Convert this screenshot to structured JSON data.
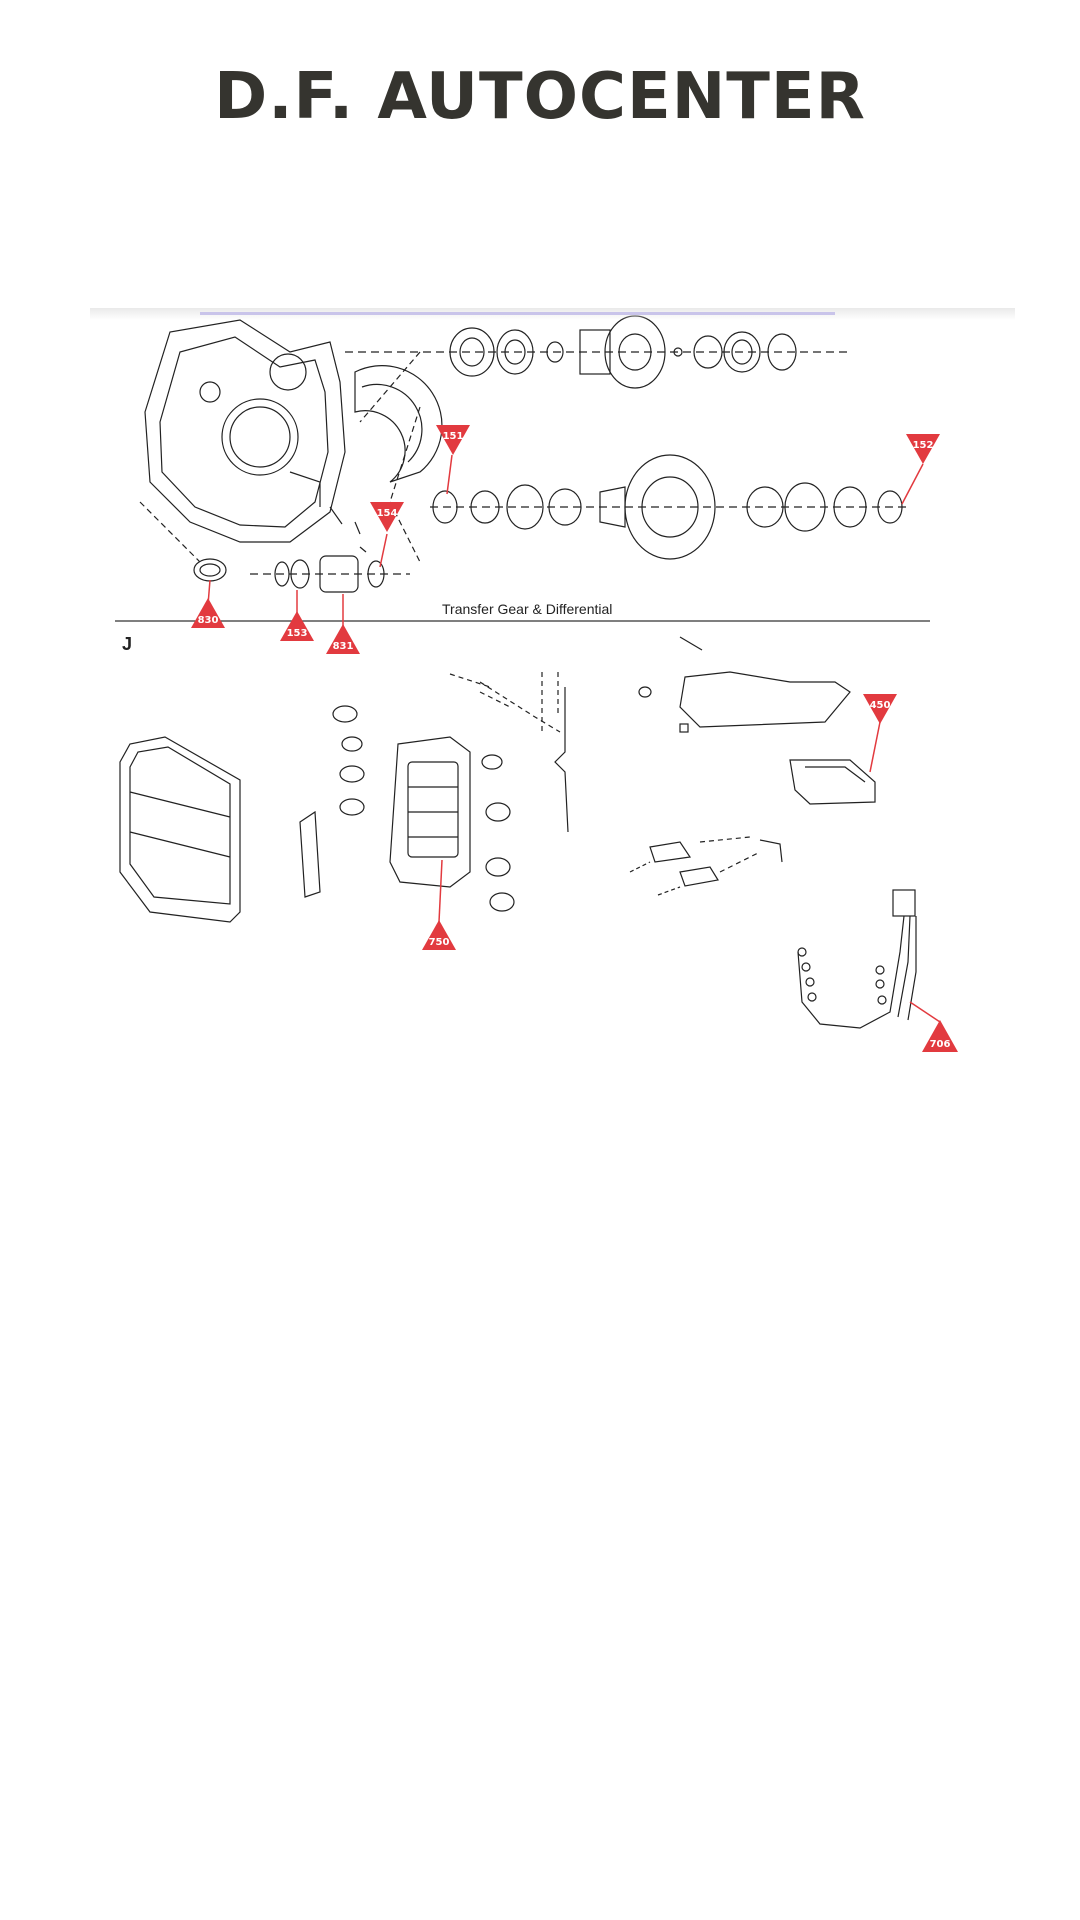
{
  "header": {
    "brand": "D.F. AUTOCENTER"
  },
  "diagram": {
    "caption": "Transfer Gear & Differential",
    "section_letter": "J",
    "callouts": [
      {
        "id": "151",
        "label": "151",
        "direction": "down"
      },
      {
        "id": "152",
        "label": "152",
        "direction": "down"
      },
      {
        "id": "154",
        "label": "154",
        "direction": "down"
      },
      {
        "id": "830",
        "label": "830",
        "direction": "up"
      },
      {
        "id": "153",
        "label": "153",
        "direction": "up"
      },
      {
        "id": "831",
        "label": "831",
        "direction": "up"
      },
      {
        "id": "450",
        "label": "450",
        "direction": "down"
      },
      {
        "id": "750",
        "label": "750",
        "direction": "up"
      },
      {
        "id": "706",
        "label": "706",
        "direction": "up"
      }
    ],
    "colors": {
      "callout": "#e23a3f",
      "line": "#222222",
      "rule": "#333333"
    }
  }
}
